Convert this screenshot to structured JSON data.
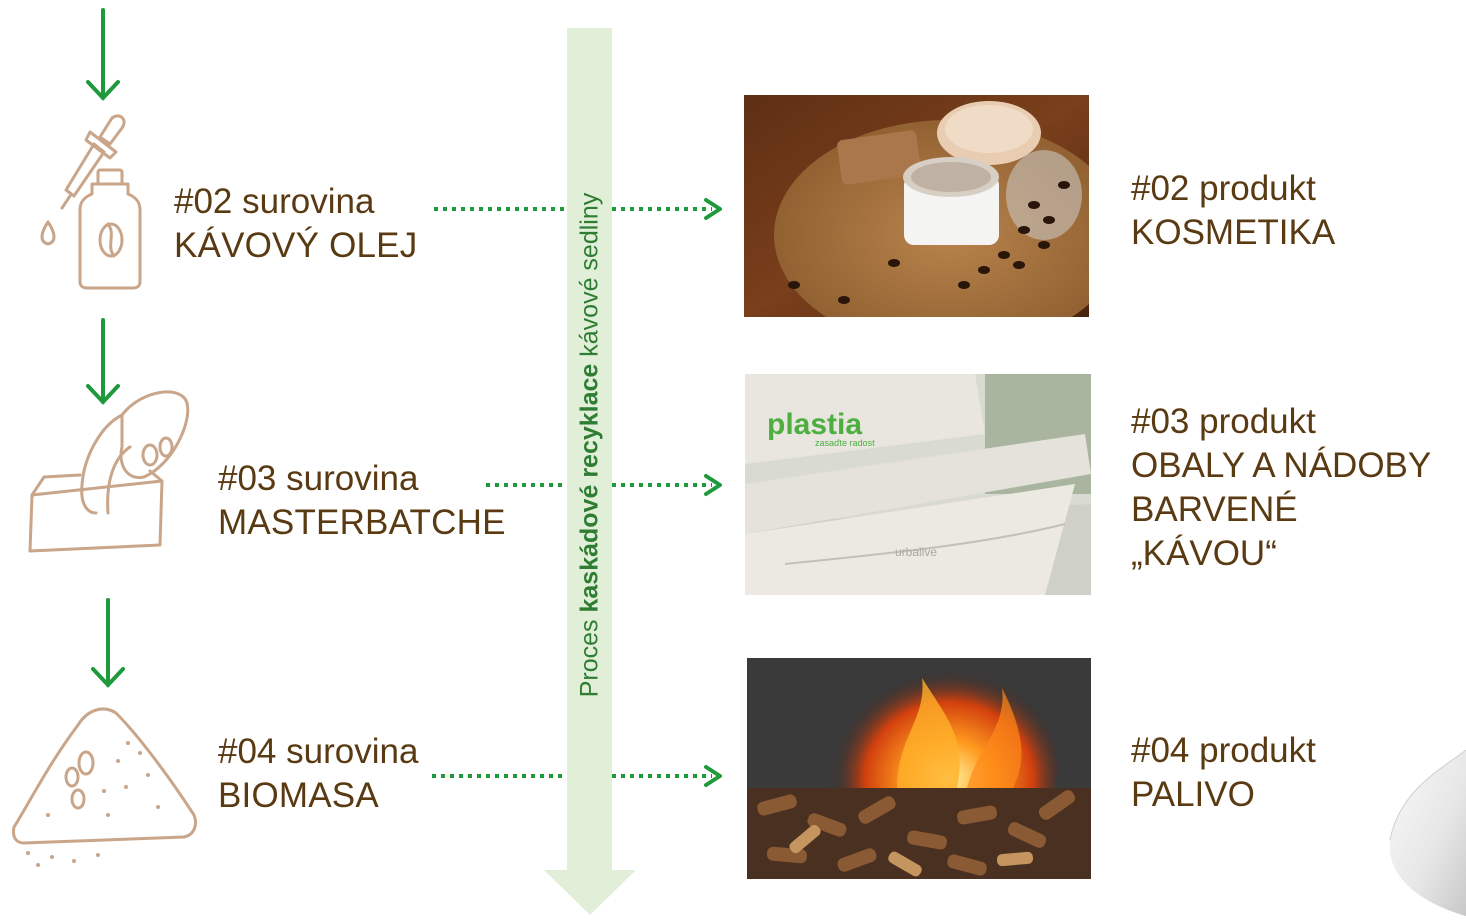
{
  "process_label": {
    "prefix": "Proces ",
    "bold": "kaskádové recyklace",
    "suffix": " kávové sedliny"
  },
  "steps": [
    {
      "sub": "#02 surovina",
      "main": "KÁVOVÝ OLEJ",
      "icon": "dropper-bottle-icon"
    },
    {
      "sub": "#03 surovina",
      "main": "MASTERBATCHE",
      "icon": "pouring-beans-icon"
    },
    {
      "sub": "#04 surovina",
      "main": "BIOMASA",
      "icon": "biomass-pile-icon"
    }
  ],
  "products": [
    {
      "sub": "#02 produkt",
      "lines": [
        "KOSMETIKA"
      ]
    },
    {
      "sub": "#03 produkt",
      "lines": [
        "OBALY A NÁDOBY",
        "BARVENÉ",
        "„KÁVOU“"
      ]
    },
    {
      "sub": "#04 produkt",
      "lines": [
        "PALIVO"
      ]
    }
  ],
  "photos": {
    "plastia_logo": "plastia",
    "plastia_tagline": "zasaďte radost",
    "urbalive": "urbalive"
  },
  "colors": {
    "brown_text": "#5a3a12",
    "icon_brown": "#c9a58a",
    "green_arrow": "#1e9a3c",
    "band_green": "#e1efd9"
  }
}
